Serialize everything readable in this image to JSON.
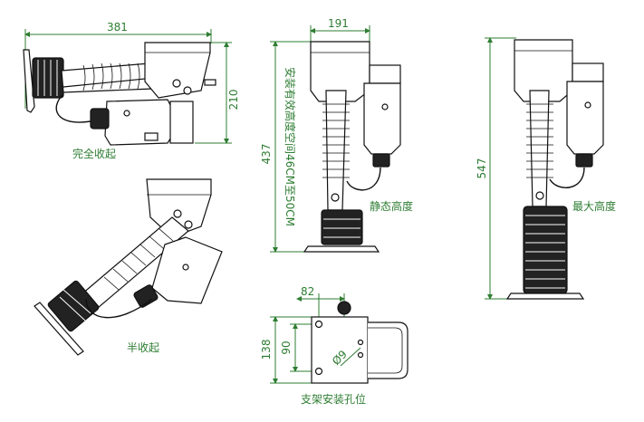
{
  "views": {
    "folded": {
      "caption": "完全收起",
      "width_label": "381",
      "height_label": "210"
    },
    "half": {
      "caption": "半收起"
    },
    "static": {
      "caption": "静态高度",
      "width_label": "191",
      "height_label": "437",
      "install_note": "安装有效高度空间46CM至50CM"
    },
    "max": {
      "caption": "最大高度",
      "height_label": "547"
    },
    "mount": {
      "caption": "支架安装孔位",
      "spacing_label": "82",
      "outer_height_label": "138",
      "inner_height_label": "90",
      "hole_label": "Ø9"
    }
  },
  "colors": {
    "dimension": "#2e7d32",
    "outline": "#111111"
  }
}
